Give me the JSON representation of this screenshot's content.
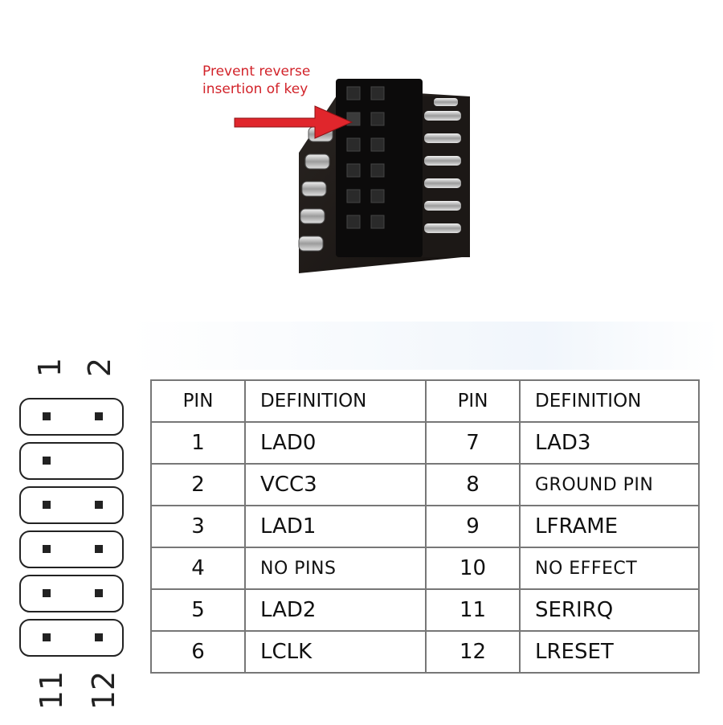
{
  "annotation": {
    "line1": "Prevent reverse",
    "line2": "insertion of key",
    "color": "#d2232a"
  },
  "header_labels": {
    "top_left": "1",
    "top_right": "2",
    "bottom_left": "11",
    "bottom_right": "12"
  },
  "table": {
    "headers": [
      "PIN",
      "DEFINITION",
      "PIN",
      "DEFINITION"
    ],
    "rows": [
      {
        "pin_a": "1",
        "def_a": "LAD0",
        "pin_b": "7",
        "def_b": "LAD3"
      },
      {
        "pin_a": "2",
        "def_a": "VCC3",
        "pin_b": "8",
        "def_b": "GROUND PIN"
      },
      {
        "pin_a": "3",
        "def_a": "LAD1",
        "pin_b": "9",
        "def_b": "LFRAME"
      },
      {
        "pin_a": "4",
        "def_a": "NO PINS",
        "pin_b": "10",
        "def_b": "NO EFFECT"
      },
      {
        "pin_a": "5",
        "def_a": "LAD2",
        "pin_b": "11",
        "def_b": "SERIRQ"
      },
      {
        "pin_a": "6",
        "def_a": "LCLK",
        "pin_b": "12",
        "def_b": "LRESET"
      }
    ]
  }
}
